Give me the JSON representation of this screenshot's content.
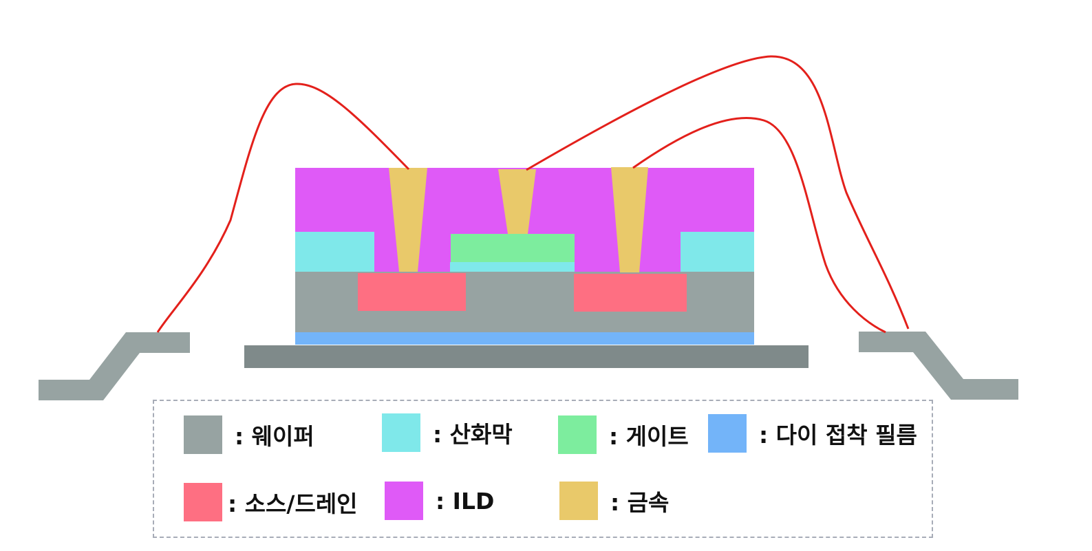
{
  "colors": {
    "wafer": "#97a3a2",
    "oxide": "#7fe8ea",
    "gate": "#7ded9e",
    "die_attach_film": "#73b4f9",
    "source_drain": "#fe6f82",
    "ild": "#df5af7",
    "metal": "#e9c96a",
    "lead_frame": "#97a3a2",
    "substrate": "#7f8a8a",
    "bond_wire": "#e3201b"
  },
  "legend": {
    "items": [
      {
        "key": "wafer",
        "label": ": 웨이퍼"
      },
      {
        "key": "oxide",
        "label": ": 산화막"
      },
      {
        "key": "gate",
        "label": ": 게이트"
      },
      {
        "key": "die_attach_film",
        "label": ": 다이 접착 필름"
      },
      {
        "key": "source_drain",
        "label": ": 소스/드레인"
      },
      {
        "key": "ild",
        "label": ": ILD"
      },
      {
        "key": "metal",
        "label": ": 금속"
      }
    ]
  }
}
